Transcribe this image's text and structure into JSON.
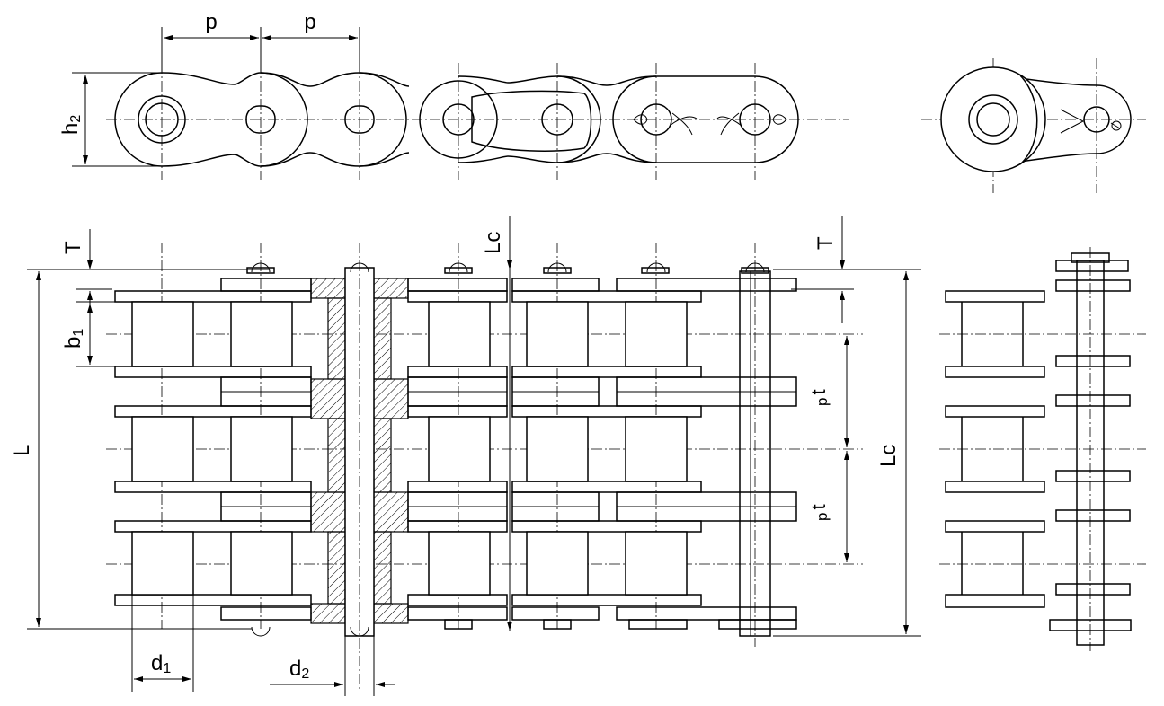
{
  "labels": {
    "pitch_left": "p",
    "pitch_right": "p",
    "h2": "h",
    "h2_sub": "2",
    "T_left": "T",
    "T_right": "T",
    "Lc_top": "Lc",
    "Lc_right": "Lc",
    "b1": "b",
    "b1_sub": "1",
    "L": "L",
    "pt_upper": "p",
    "pt_upper_sub": "t",
    "pt_lower": "p",
    "pt_lower_sub": "t",
    "d1": "d",
    "d1_sub": "1",
    "d2": "d",
    "d2_sub": "2"
  }
}
